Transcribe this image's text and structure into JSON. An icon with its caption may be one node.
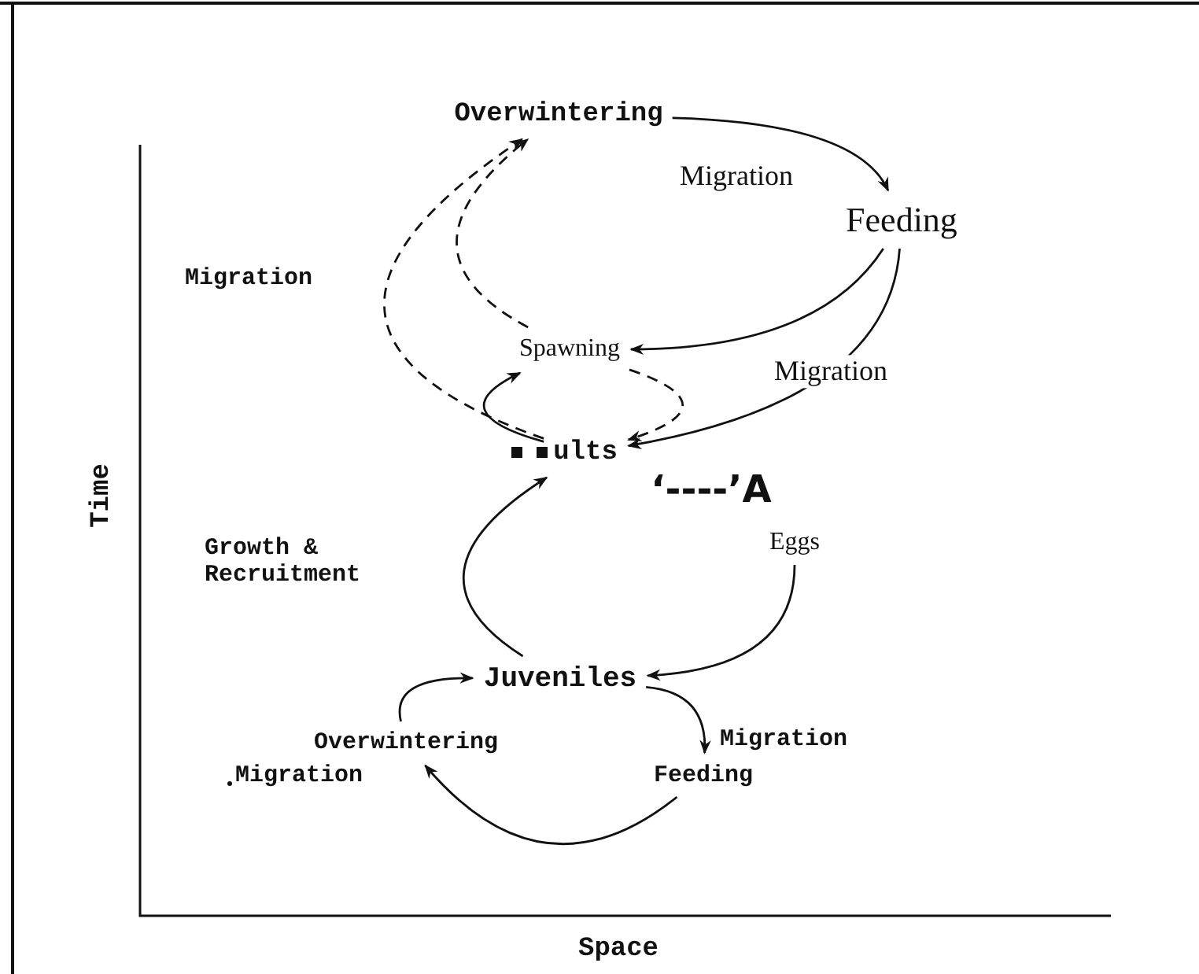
{
  "diagram": {
    "nodes": [
      {
        "text": [
          "Overwintering"
        ]
      },
      {
        "text": [
          "Feeding"
        ]
      },
      {
        "text": [
          "Spawning"
        ]
      },
      {
        "text": [
          "ults"
        ]
      },
      {
        "text": [
          "Eggs"
        ]
      },
      {
        "text": [
          "Juveniles"
        ]
      },
      {
        "text": [
          "Overwintering"
        ]
      },
      {
        "text": [
          "Feeding"
        ]
      }
    ],
    "edges": [
      {
        "from": 0,
        "to": 1,
        "arrow": "to",
        "label": "Migration"
      },
      {
        "from": 1,
        "to": 2,
        "arrow": "to"
      },
      {
        "from": 1,
        "to": 3,
        "arrow": "to",
        "label": "Migration"
      },
      {
        "from": 2,
        "to": 0,
        "arrow": "to",
        "style": "dashed"
      },
      {
        "from": 3,
        "to": 2,
        "arrow": "to"
      },
      {
        "from": 2,
        "to": 3,
        "arrow": "to",
        "style": "dashed"
      },
      {
        "from": 3,
        "to": 0,
        "arrow": "to",
        "style": "dashed",
        "label": "Migration"
      },
      {
        "from": 4,
        "to": 5,
        "arrow": "to"
      },
      {
        "from": 5,
        "to": 3,
        "arrow": "to",
        "label": "Growth & Recruitment"
      },
      {
        "from": 5,
        "to": 7,
        "arrow": "to",
        "label": "Migration"
      },
      {
        "from": 7,
        "to": 6,
        "arrow": "to",
        "label": "Migration"
      },
      {
        "from": 6,
        "to": 5,
        "arrow": "to"
      }
    ],
    "labels": [
      "‘----’A",
      "Time",
      "Space"
    ]
  }
}
